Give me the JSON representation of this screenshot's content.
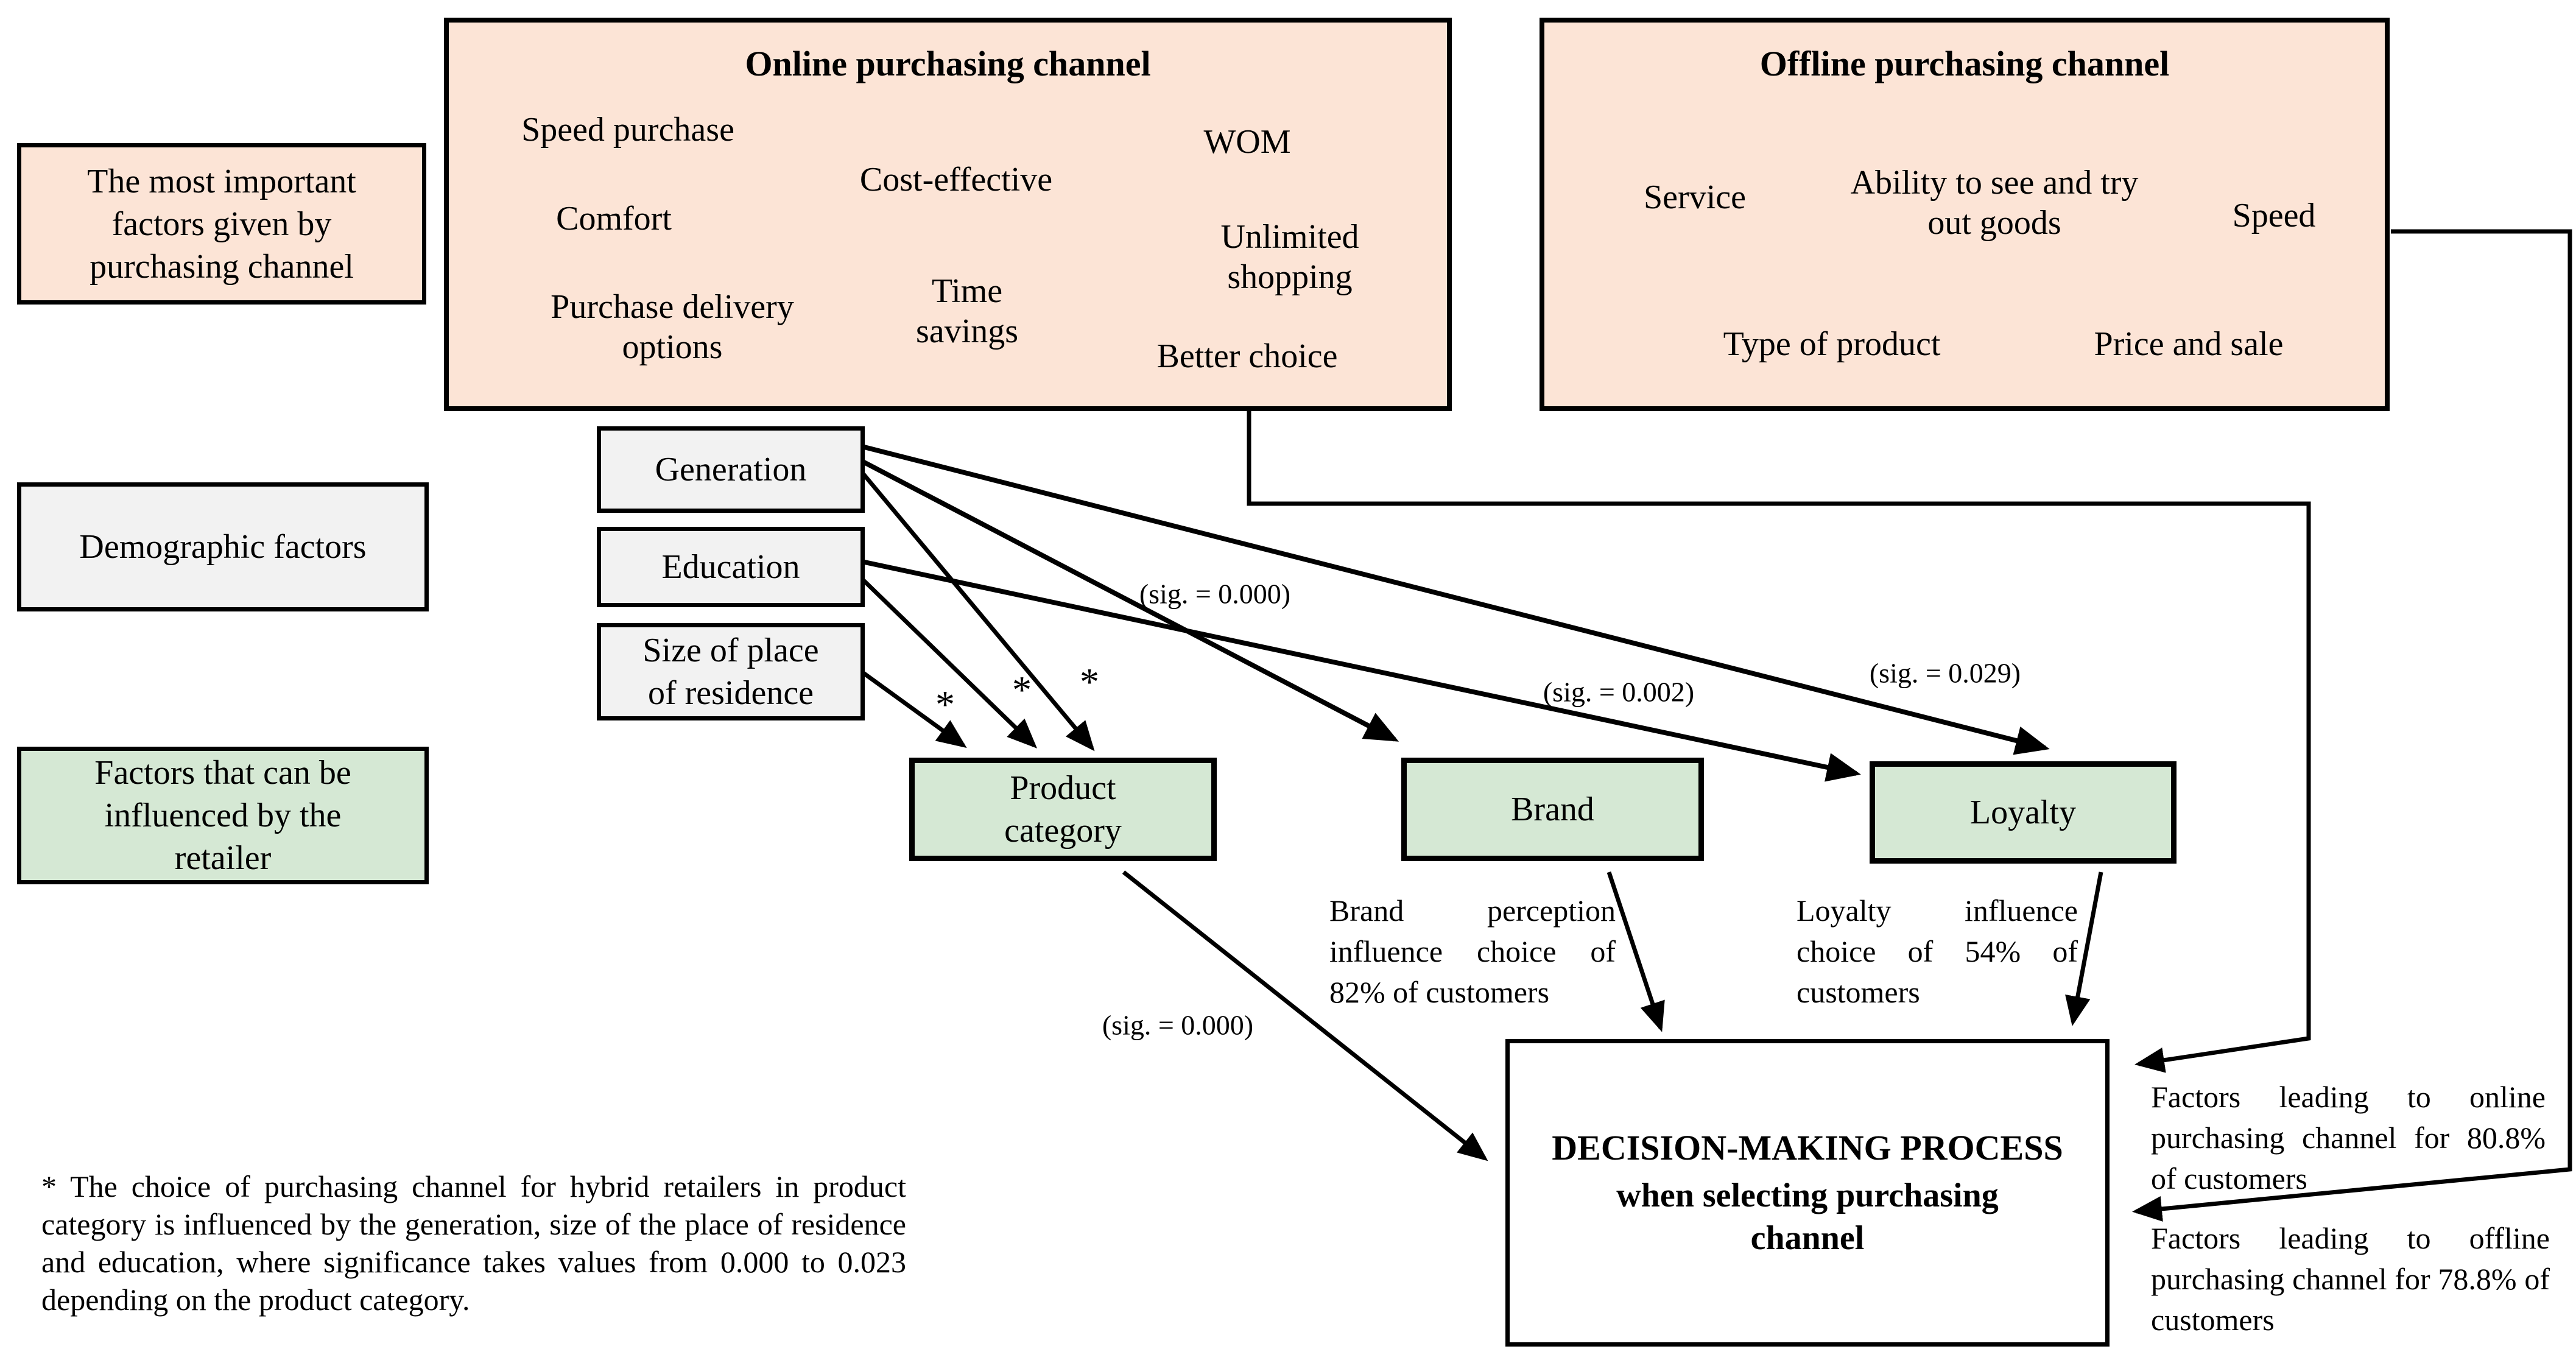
{
  "colors": {
    "channel_fill": "#fce4d6",
    "demographic_fill": "#f2f2f2",
    "retailer_fill": "#d5e8d4",
    "decision_fill": "#ffffff",
    "line": "#000000"
  },
  "legend": {
    "channel_factors": "The most important factors given by purchasing channel",
    "demographic": "Demographic factors",
    "retailer": "Factors that can be influenced by the retailer"
  },
  "online": {
    "title": "Online purchasing channel",
    "items": [
      {
        "label": "Speed purchase"
      },
      {
        "label": "WOM"
      },
      {
        "label": "Cost-effective"
      },
      {
        "label": "Comfort"
      },
      {
        "label": "Unlimited shopping"
      },
      {
        "label": "Time savings"
      },
      {
        "label": "Purchase delivery options"
      },
      {
        "label": "Better choice"
      }
    ]
  },
  "offline": {
    "title": "Offline purchasing channel",
    "items": [
      {
        "label": "Service"
      },
      {
        "label": "Ability to see and try out goods"
      },
      {
        "label": "Speed"
      },
      {
        "label": "Type of product"
      },
      {
        "label": "Price and sale"
      }
    ]
  },
  "demographic_boxes": [
    {
      "label": "Generation"
    },
    {
      "label": "Education"
    },
    {
      "label": "Size of place of residence"
    }
  ],
  "retailer_boxes": [
    {
      "label": "Product category"
    },
    {
      "label": "Brand"
    },
    {
      "label": "Loyalty"
    }
  ],
  "significance": {
    "generation_brand": "(sig. = 0.000)",
    "education_loyalty": "(sig. = 0.002)",
    "generation_loyalty": "(sig. = 0.029)",
    "product_decision": "(sig. = 0.000)",
    "asterisk": "*"
  },
  "decision": {
    "line1": "DECISION-MAKING PROCESS",
    "line2": "when selecting purchasing channel"
  },
  "annotations": {
    "brand": "Brand perception influence choice of 82% of customers",
    "loyalty": "Loyalty influence choice of 54% of customers",
    "online_share": "Factors leading to online purchasing channel for 80.8% of customers",
    "offline_share": "Factors leading to offline purchasing channel for 78.8% of customers",
    "footnote": "* The choice of purchasing channel for hybrid retailers in product category is influenced by the generation, size of the place of residence and education, where significance takes values from 0.000 to 0.023 depending on the product category."
  }
}
